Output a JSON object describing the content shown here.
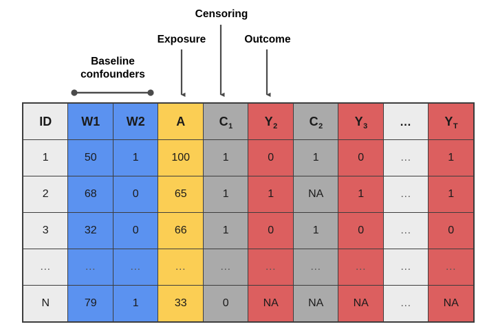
{
  "annotations": {
    "baseline": "Baseline\nconfounders",
    "exposure": "Exposure",
    "censoring": "Censoring",
    "outcome": "Outcome"
  },
  "colors": {
    "id": "#ececec",
    "baseline_confounders": "#5b92f0",
    "exposure": "#fbce54",
    "censoring": "#aaaaaa",
    "outcome": "#dc5f5f",
    "ellipsis_column": "#ececec",
    "border": "#3c3c3c",
    "arrow": "#4a4a4a",
    "text": "#1a1a1a"
  },
  "table": {
    "columns": [
      {
        "key": "ID",
        "base": "ID",
        "sub": "",
        "group": "id"
      },
      {
        "key": "W1",
        "base": "W1",
        "sub": "",
        "group": "baseline_confounders"
      },
      {
        "key": "W2",
        "base": "W2",
        "sub": "",
        "group": "baseline_confounders"
      },
      {
        "key": "A",
        "base": "A",
        "sub": "",
        "group": "exposure"
      },
      {
        "key": "C1",
        "base": "C",
        "sub": "1",
        "group": "censoring"
      },
      {
        "key": "Y2",
        "base": "Y",
        "sub": "2",
        "group": "outcome"
      },
      {
        "key": "C2",
        "base": "C",
        "sub": "2",
        "group": "censoring"
      },
      {
        "key": "Y3",
        "base": "Y",
        "sub": "3",
        "group": "outcome"
      },
      {
        "key": "DOTS",
        "base": "…",
        "sub": "",
        "group": "ellipsis_column"
      },
      {
        "key": "YT",
        "base": "Y",
        "sub": "T",
        "group": "outcome"
      }
    ],
    "rows": [
      {
        "cells": [
          "1",
          "50",
          "1",
          "100",
          "1",
          "0",
          "1",
          "0",
          "…",
          "1"
        ]
      },
      {
        "cells": [
          "2",
          "68",
          "0",
          "65",
          "1",
          "1",
          "NA",
          "1",
          "…",
          "1"
        ]
      },
      {
        "cells": [
          "3",
          "32",
          "0",
          "66",
          "1",
          "0",
          "1",
          "0",
          "…",
          "0"
        ]
      },
      {
        "cells": [
          "…",
          "…",
          "…",
          "…",
          "…",
          "…",
          "…",
          "…",
          "…",
          "…"
        ]
      },
      {
        "cells": [
          "N",
          "79",
          "1",
          "33",
          "0",
          "NA",
          "NA",
          "NA",
          "…",
          "NA"
        ]
      }
    ]
  }
}
